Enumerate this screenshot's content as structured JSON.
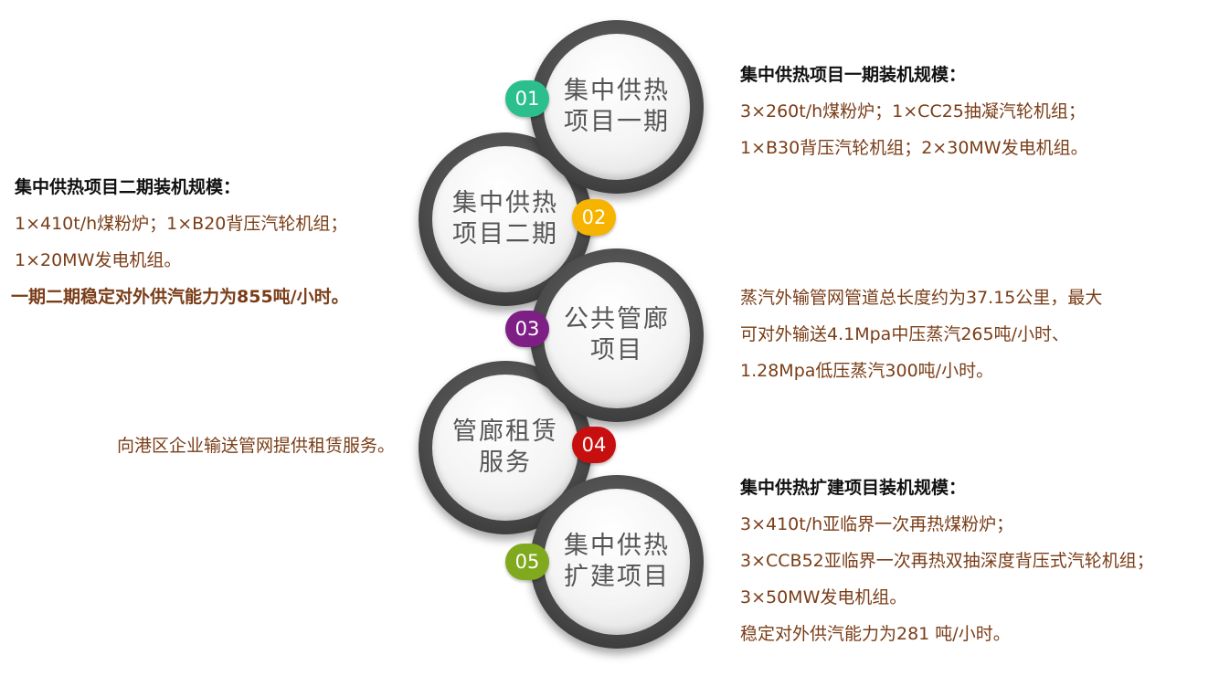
{
  "nodes": [
    {
      "num": "01",
      "label": "集中供热\n项目一期",
      "color": "#2bbf8e"
    },
    {
      "num": "02",
      "label": "集中供热\n项目二期",
      "color": "#f6b400"
    },
    {
      "num": "03",
      "label": "公共管廊\n项目",
      "color": "#7e1f86"
    },
    {
      "num": "04",
      "label": "管廊租赁\n服务",
      "color": "#c80f10"
    },
    {
      "num": "05",
      "label": "集中供热\n扩建项目",
      "color": "#80a91d"
    }
  ],
  "descriptions": {
    "phase1": {
      "heading": "集中供热项目一期装机规模：",
      "lines": [
        "3×260t/h煤粉炉；1×CC25抽凝汽轮机组；",
        "1×B30背压汽轮机组；2×30MW发电机组。"
      ]
    },
    "phase2": {
      "heading": "集中供热项目二期装机规模：",
      "lines": [
        "1×410t/h煤粉炉；1×B20背压汽轮机组；",
        "1×20MW发电机组。"
      ],
      "emphasis": "一期二期稳定对外供汽能力为855吨/小时。"
    },
    "corridor": {
      "lines": [
        "蒸汽外输管网管道总长度约为37.15公里，最大",
        "可对外输送4.1Mpa中压蒸汽265吨/小时、",
        "1.28Mpa低压蒸汽300吨/小时。"
      ]
    },
    "lease": {
      "lines": [
        "向港区企业输送管网提供租赁服务。"
      ]
    },
    "expansion": {
      "heading": "集中供热扩建项目装机规模：",
      "lines": [
        "3×410t/h亚临界一次再热煤粉炉；",
        "3×CCB52亚临界一次再热双抽深度背压式汽轮机组；",
        "3×50MW发电机组。",
        "稳定对外供汽能力为281 吨/小时。"
      ]
    }
  }
}
